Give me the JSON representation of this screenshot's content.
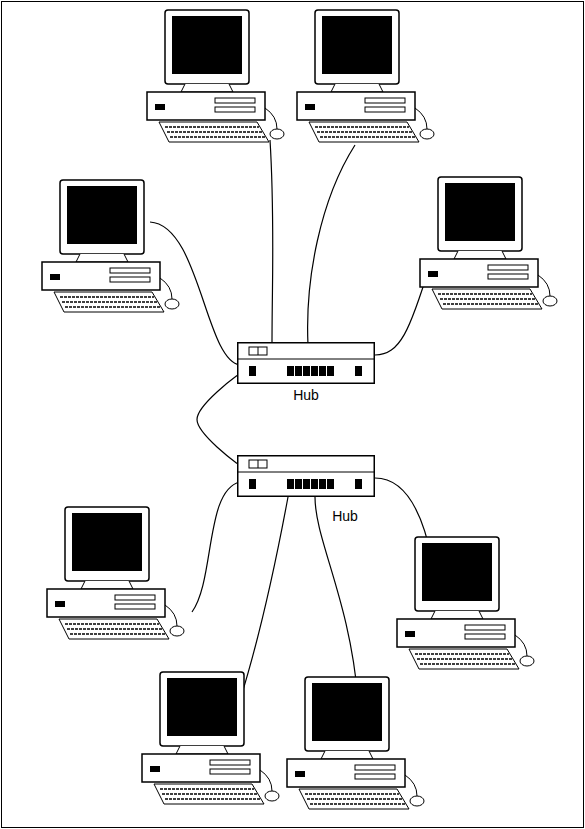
{
  "diagram": {
    "nodes": [
      {
        "text": [
          "Hub"
        ]
      },
      {
        "text": [
          "Hub"
        ]
      }
    ],
    "edges": [
      {
        "from": 0,
        "to": 1,
        "arrow": "none"
      }
    ]
  }
}
